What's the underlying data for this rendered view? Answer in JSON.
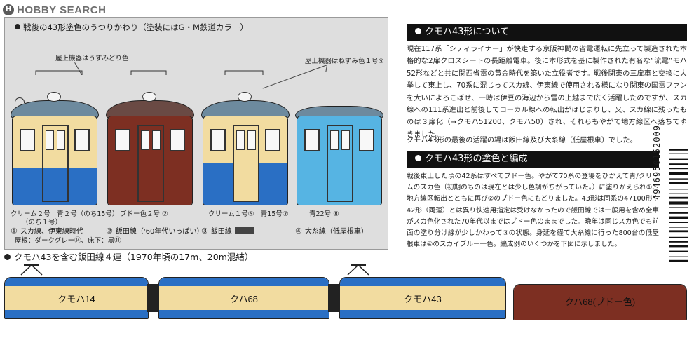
{
  "logo": {
    "icon": "hobby-search-logo-icon",
    "text": "HOBBY SEARCH",
    "mark": "H"
  },
  "panel": {
    "title": "戦後の43形塗色のうつりかわり（塗装にはG・M鉄道カラー）",
    "roof_note_left": "屋上機器はうすみどり色",
    "roof_note_right": "屋上機器はねずみ色１号",
    "roof_note_right_ref": "⑤",
    "cars": [
      {
        "caption_a": "クリーム２号　青２号（のち15号）",
        "caption_b": "（のち１号）",
        "num": "①",
        "line": "スカ線、伊東線時代",
        "extra1": "屋根：ダークグレー⑭、床下：黒⑪",
        "upper": "#f2dca0",
        "lower": "#2a6fc4",
        "roof": "#6d8a9e"
      },
      {
        "caption_a": "ブドー色２号",
        "caption_b": "②",
        "num": "②",
        "line": "飯田線（'60年代いっぱい）",
        "upper": "#7d2f22",
        "lower": "#7d2f22",
        "roof": "#6a4a44"
      },
      {
        "caption_a": "クリーム１号⑤",
        "caption_b": "青15号⑦",
        "num": "③",
        "line": "飯田線",
        "upper": "#f2dca0",
        "lower": "#2a6fc4",
        "roof": "#6d8a9e"
      },
      {
        "caption_a": "青22号",
        "caption_b": "⑧",
        "num": "④",
        "line": "大糸線（低屋根車）",
        "upper": "#56b4e3",
        "lower": "#56b4e3",
        "roof": "#6d8a9e"
      }
    ]
  },
  "section1": {
    "heading": "クモハ43形について",
    "text": "現在117系「シティライナー」が快走する京阪神間の省電運転に先立って製造された本格的な2扉クロスシートの長距離電車。後に本形式を基に製作された有名な“流電”モハ52形などと共に関西省電の黄金時代を築いた立役者です。戦後関東の三扉車と交換に大挙して東上し、70系に混じってスカ線、伊東線で使用される様になり関東の国電ファンを大いによろこばせ、一時は伊豆の海辺から雪の上越まで広く活躍したのですが、スカ線への111系進出と前後してローカル線への転出がはじまりし、又、スカ線に残ったものは３扉化（→クモハ51200、クモハ50）され、それらもやがて地方線区へ落ちてゆきました。",
    "text2": "クモハ43形の最後の活躍の場は飯田線及び大糸線（低屋根車）でした。"
  },
  "section2": {
    "heading": "クモハ43形の塗色と編成",
    "text": "戦後東上した頃の42系はすべてブドー色。やがて70系の登場をひかえて青/クリームのスカ色（初期のものは現在とは少し色調がちがっていた。）に塗りかえられ①、地方線区転出とともに再び②のブドー色にもどりました。43形は同系の47100形や42形（両運）とは異り快速用指定は受けなかったので飯田線では一般用を含め全車がスカ色化された70年代以まではブドー色のままでした。晩年は同じスカ色でも前面の塗り分け線が少しかわって③の状態。身延を経て大糸線に行った800台の低屋根車は④のスカイブルー一色。編成例のいくつかを下図に示しました。"
  },
  "barcode": {
    "digits": "4946950152009"
  },
  "train": {
    "title": "クモハ43を含む飯田線４連（1970年頃の17m、20m混結）",
    "cars": [
      {
        "label": "クモハ14"
      },
      {
        "label": "クハ68"
      },
      {
        "label": "クモハ43"
      },
      {
        "label": "クハ68(ブドー色)"
      }
    ]
  },
  "colors": {
    "cream": "#f2dca0",
    "blue": "#2a6fc4",
    "grape": "#7d2f22",
    "sky": "#56b4e3",
    "panel": "#dedede"
  }
}
